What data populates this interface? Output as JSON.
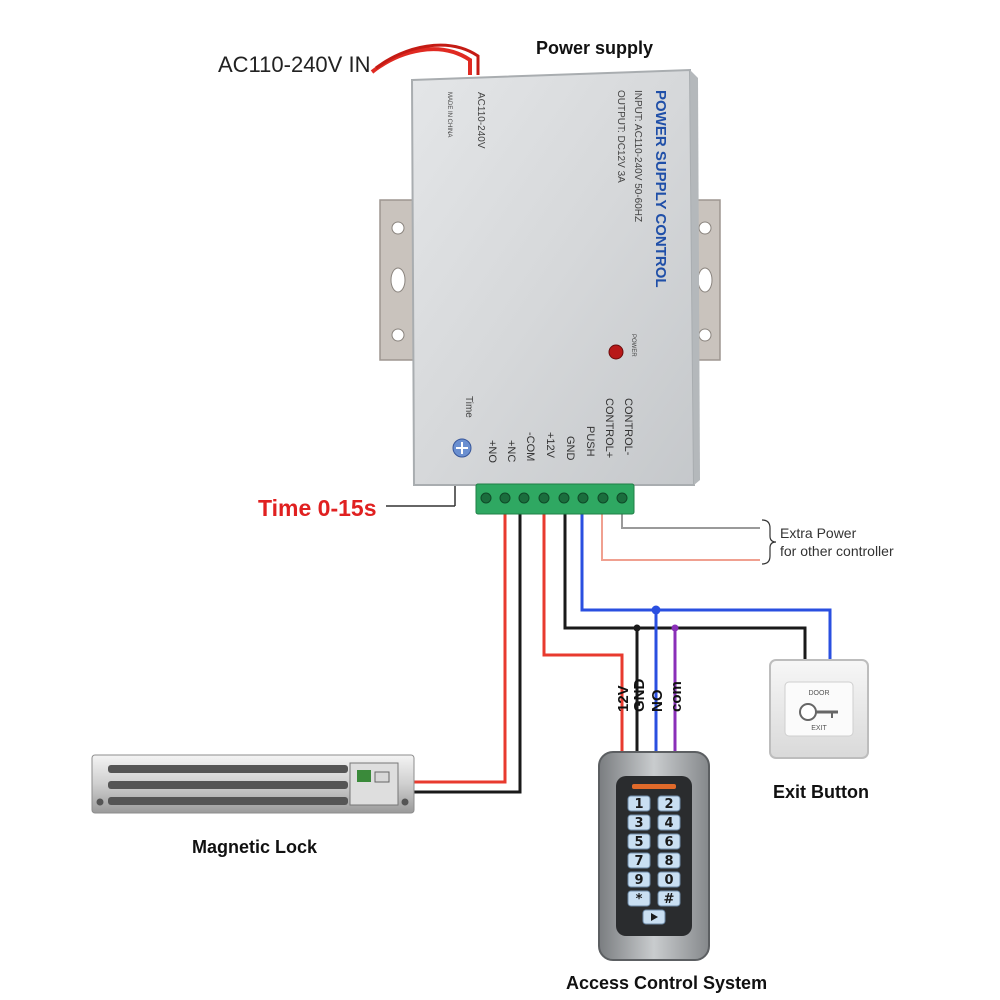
{
  "title": "Power supply",
  "labels": {
    "ac_input": "AC110-240V IN",
    "time_range": "Time 0-15s",
    "extra_power_line1": "Extra Power",
    "extra_power_line2": "for other controller",
    "magnetic_lock": "Magnetic Lock",
    "access_control": "Access Control System",
    "exit_button": "Exit Button"
  },
  "psu": {
    "brand": "POWER SUPPLY CONTROL",
    "input_spec": "INPUT: AC110-240V  50-60HZ",
    "output_spec": "OUTPUT: DC12V  3A",
    "ac_label": "AC110-240V",
    "made_in": "MADE IN CHINA",
    "power_led": "POWER",
    "time_knob": "Time",
    "terminals": [
      "+NO",
      "+NC",
      "-COM",
      "+12V",
      "GND",
      "PUSH",
      "CONTROL+",
      "CONTROL-"
    ]
  },
  "wire_labels": [
    "12V",
    "GND",
    "NO",
    "com"
  ],
  "exit_button_face": {
    "top": "DOOR",
    "bottom": "EXIT"
  },
  "keypad": [
    "1",
    "2",
    "3",
    "4",
    "5",
    "6",
    "7",
    "8",
    "9",
    "0",
    "*",
    "#"
  ],
  "colors": {
    "red": "#e83a2e",
    "black": "#1a1a1a",
    "blue": "#2a4fe0",
    "purple": "#8a2fb8",
    "time_label": "#e02020",
    "psu_text": "#1f4fa8"
  }
}
